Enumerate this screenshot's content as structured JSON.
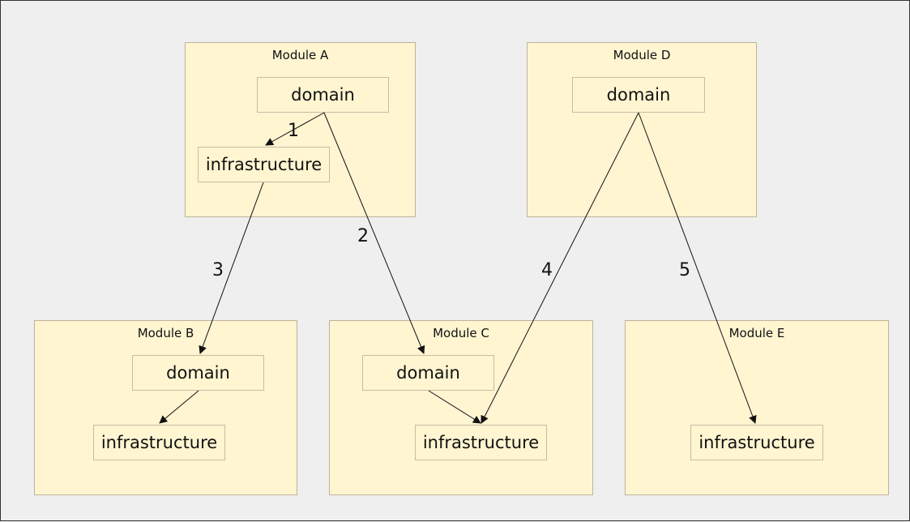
{
  "modules": {
    "a": {
      "title": "Module A",
      "domain": "domain",
      "infrastructure": "infrastructure"
    },
    "b": {
      "title": "Module B",
      "domain": "domain",
      "infrastructure": "infrastructure"
    },
    "c": {
      "title": "Module C",
      "domain": "domain",
      "infrastructure": "infrastructure"
    },
    "d": {
      "title": "Module D",
      "domain": "domain"
    },
    "e": {
      "title": "Module E",
      "infrastructure": "infrastructure"
    }
  },
  "edges": [
    {
      "label": "1",
      "from": "Module A domain",
      "to": "Module A infrastructure"
    },
    {
      "label": "2",
      "from": "Module A domain",
      "to": "Module C domain"
    },
    {
      "label": "3",
      "from": "Module A infrastructure",
      "to": "Module B domain"
    },
    {
      "label": "4",
      "from": "Module D domain",
      "to": "Module C infrastructure"
    },
    {
      "label": "5",
      "from": "Module D domain",
      "to": "Module E infrastructure"
    },
    {
      "label": "",
      "from": "Module B domain",
      "to": "Module B infrastructure"
    },
    {
      "label": "",
      "from": "Module C domain",
      "to": "Module C infrastructure"
    }
  ],
  "colors": {
    "background": "#efefef",
    "module_fill": "#fff5d1",
    "module_border": "#bfb39a",
    "edge": "#111111"
  }
}
